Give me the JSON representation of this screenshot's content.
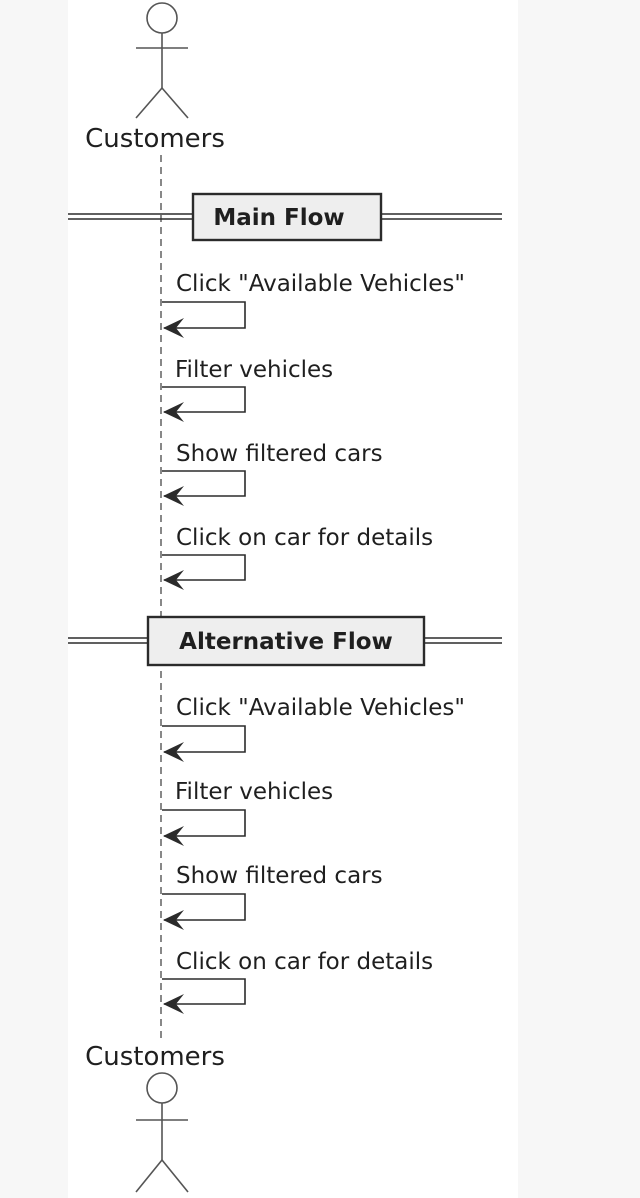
{
  "diagram": {
    "type": "sequence",
    "actor": {
      "name": "Customers",
      "icon": "stick-figure-icon"
    },
    "sections": [
      {
        "title": "Main Flow",
        "messages": [
          "Click \"Available Vehicles\"",
          "Filter vehicles",
          "Show filtered cars",
          "Click on car for details"
        ]
      },
      {
        "title": "Alternative Flow",
        "messages": [
          "Click \"Available Vehicles\"",
          "Filter vehicles",
          "Show filtered cars",
          "Click on car for details"
        ]
      }
    ]
  },
  "colors": {
    "line": "#2b2b2b",
    "divider_fill": "#eeeeee",
    "background": "#ffffff"
  }
}
